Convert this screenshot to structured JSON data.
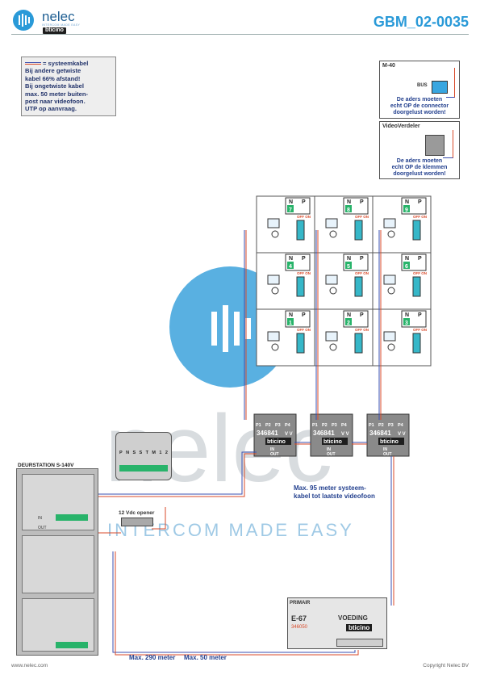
{
  "header": {
    "brand": "nelec",
    "brand_tagline": "INTERCOM MADE EASY",
    "partner_logo": "bticino",
    "doc_id": "GBM_02-0035"
  },
  "note": {
    "lines": [
      "= systeemkabel",
      "Bij andere getwiste",
      "kabel 66% afstand!",
      "Bij ongetwiste kabel",
      "max. 50 meter buiten-",
      "post naar videofoon.",
      "UTP op aanvraag."
    ]
  },
  "m40_box": {
    "title": "M-40",
    "bus_label": "BUS",
    "lines": [
      "De aders moeten",
      "echt OP de connector",
      "doorgelust worden!"
    ]
  },
  "videoverdeler_box": {
    "title": "VideoVerdeler",
    "lines": [
      "De aders moeten",
      "echt OP de klemmen",
      "doorgelust worden!"
    ]
  },
  "monitors": [
    {
      "n": "7"
    },
    {
      "n": "8"
    },
    {
      "n": "9"
    },
    {
      "n": "4"
    },
    {
      "n": "5"
    },
    {
      "n": "6"
    },
    {
      "n": "1"
    },
    {
      "n": "2"
    },
    {
      "n": "3"
    }
  ],
  "monitor_labels": {
    "n": "N",
    "p": "P",
    "off_on": "OFF ON"
  },
  "distributors": [
    {
      "code": "346841",
      "vv": "V V",
      "ports": [
        "P1",
        "P2",
        "P3",
        "P4"
      ],
      "in": "IN",
      "out": "OUT"
    },
    {
      "code": "346841",
      "vv": "V V",
      "ports": [
        "P1",
        "P2",
        "P3",
        "P4"
      ],
      "in": "IN",
      "out": "OUT"
    },
    {
      "code": "346841",
      "vv": "V V",
      "ports": [
        "P1",
        "P2",
        "P3",
        "P4"
      ],
      "in": "IN",
      "out": "OUT"
    }
  ],
  "door_station": {
    "title": "DEURSTATION S-140V",
    "module_in": "IN",
    "module_out": "OUT"
  },
  "detail_terminals": [
    "P",
    "N",
    "S",
    "S",
    "T",
    "M",
    "1",
    "2"
  ],
  "opener_label": "12 Vdc opener",
  "msg_95": [
    "Max. 95 meter systeem-",
    "kabel tot laatste videofoon"
  ],
  "msg_290": "Max. 290 meter",
  "msg_50": "Max. 50 meter",
  "power_supply": {
    "primary": "PRIMAIR",
    "model": "E-67",
    "name": "VOEDING",
    "code": "346050"
  },
  "watermark": {
    "word": "nelec",
    "tagline": "INTERCOM MADE EASY"
  },
  "footer": {
    "left": "www.nelec.com",
    "right": "Copyright Nelec BV"
  },
  "colors": {
    "accent": "#2a9ad8",
    "note_text": "#23346b",
    "cable_blue": "#3a4fb0",
    "cable_red": "#d94a2a",
    "terminal_green": "#28b36a",
    "device_grey": "#8a8a8a"
  }
}
